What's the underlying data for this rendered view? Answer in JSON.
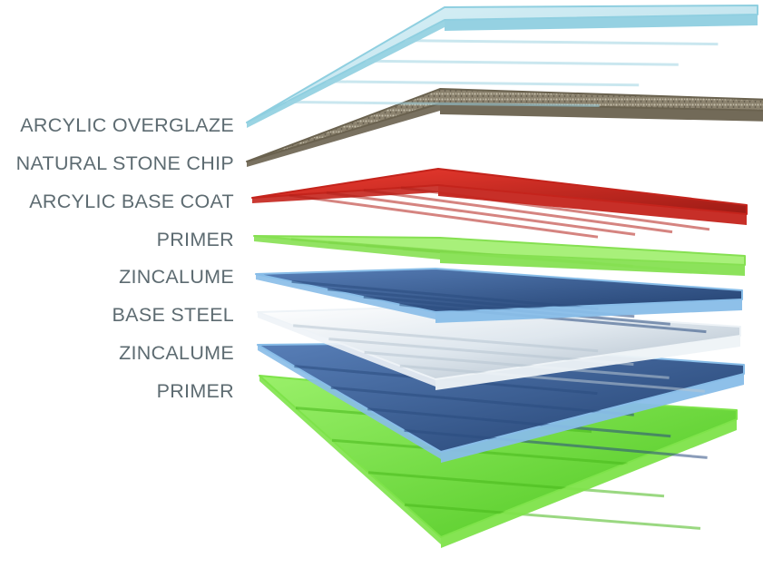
{
  "layers": [
    {
      "label": "ARCYLIC OVERGLAZE",
      "color": "#bfe3ec"
    },
    {
      "label": "NATURAL STONE CHIP",
      "color": "#8f8470"
    },
    {
      "label": "ARCYLIC BASE COAT",
      "color": "#e2312a"
    },
    {
      "label": "PRIMER",
      "color": "#8fe35a"
    },
    {
      "label": "ZINCALUME",
      "color": "#3c5f94"
    },
    {
      "label": "BASE STEEL",
      "color": "#d9e3ea"
    },
    {
      "label": "ZINCALUME",
      "color": "#3c5f94"
    },
    {
      "label": "PRIMER",
      "color": "#6bd93a"
    }
  ]
}
